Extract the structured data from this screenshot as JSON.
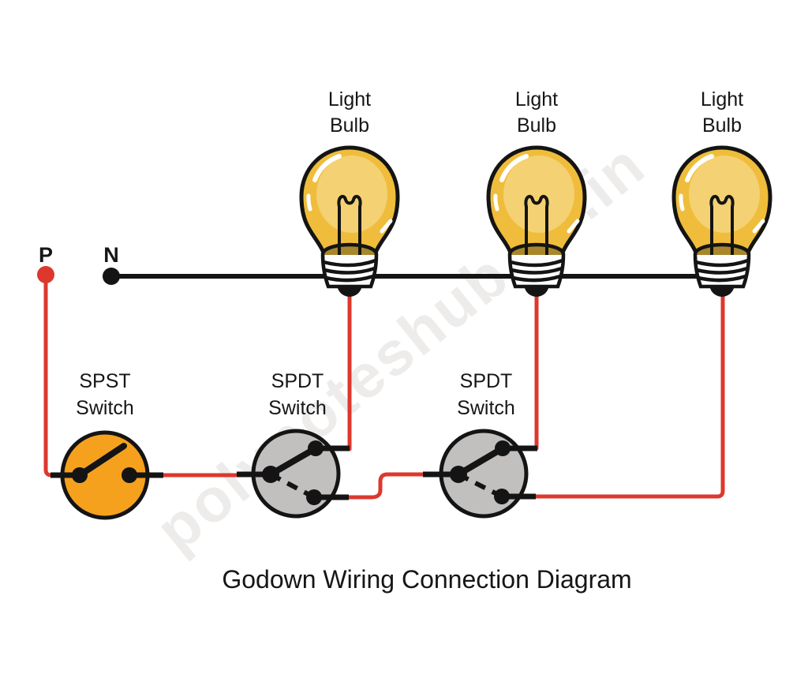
{
  "title": "Godown Wiring Connection Diagram",
  "watermark": "polynoteshub.co.in",
  "supply": {
    "phase_label": "P",
    "neutral_label": "N"
  },
  "bulbs": [
    {
      "label_line1": "Light",
      "label_line2": "Bulb"
    },
    {
      "label_line1": "Light",
      "label_line2": "Bulb"
    },
    {
      "label_line1": "Light",
      "label_line2": "Bulb"
    }
  ],
  "switches": [
    {
      "type_line1": "SPST",
      "type_line2": "Switch"
    },
    {
      "type_line1": "SPDT",
      "type_line2": "Switch"
    },
    {
      "type_line1": "SPDT",
      "type_line2": "Switch"
    }
  ],
  "colors": {
    "wire_red": "#DD382D",
    "wire_black": "#141414",
    "outline": "#141414",
    "spst_body": "#F5A11E",
    "spdt_body": "#C2BFBF",
    "bulb_glass": "#EFBD3B",
    "bulb_glass_inner": "#F4D172",
    "bulb_socket_interior": "#A8862C",
    "bulb_socket_body": "#FDFDFD"
  }
}
